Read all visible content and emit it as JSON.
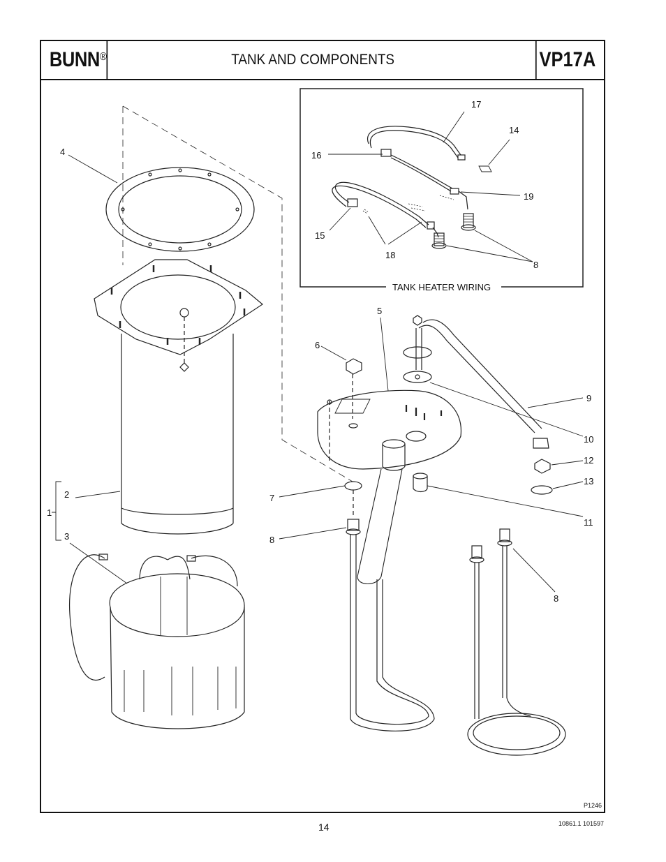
{
  "header": {
    "brand": "BUNN",
    "brand_mark": "®",
    "title": "TANK AND COMPONENTS",
    "model": "VP17A"
  },
  "inset": {
    "caption": "TANK HEATER WIRING",
    "callouts": {
      "c17": "17",
      "c14": "14",
      "c16": "16",
      "c19": "19",
      "c15": "15",
      "c18": "18",
      "c8": "8"
    }
  },
  "callouts": {
    "c4": "4",
    "c2": "2",
    "c1": "1",
    "c3": "3",
    "c5": "5",
    "c6": "6",
    "c7": "7",
    "c8a": "8",
    "c9": "9",
    "c10": "10",
    "c12": "12",
    "c13": "13",
    "c11": "11",
    "c8b": "8"
  },
  "figure_code": "P1246",
  "footer": {
    "page_number": "14",
    "doc_code": "10861.1  101597"
  }
}
